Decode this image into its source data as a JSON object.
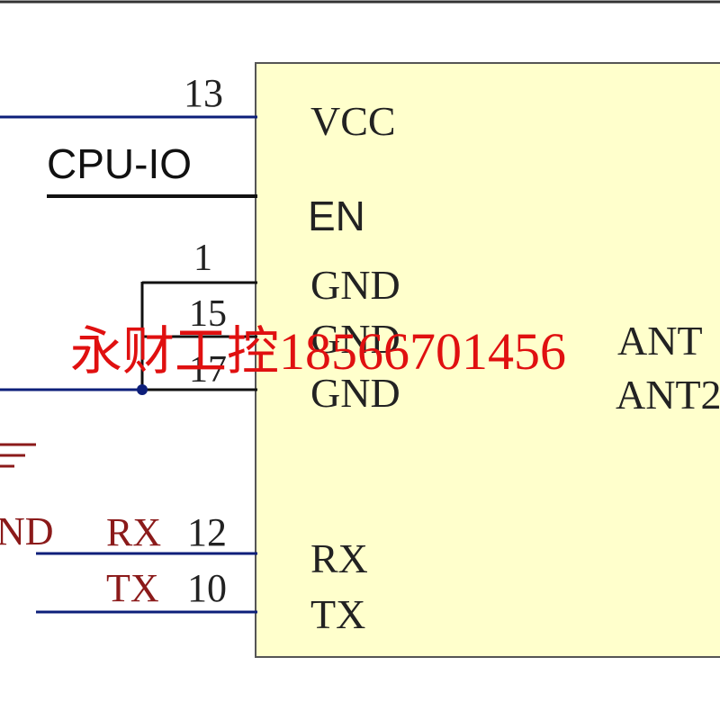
{
  "colors": {
    "chip_fill": "#ffffcc",
    "chip_border": "#555555",
    "blue_wire": "#0d1f7a",
    "black_wire": "#111111",
    "red_net": "#8b1a1a",
    "watermark": "#e01010"
  },
  "chip": {
    "pins_left": [
      {
        "name": "VCC",
        "number": "13"
      },
      {
        "name": "EN",
        "number": ""
      },
      {
        "name": "GND",
        "number": "1"
      },
      {
        "name": "GND",
        "number": "15"
      },
      {
        "name": "GND",
        "number": "17"
      },
      {
        "name": "RX",
        "number": "12"
      },
      {
        "name": "TX",
        "number": "10"
      }
    ],
    "pins_right": [
      "ANT",
      "ANT2"
    ]
  },
  "nets": {
    "cpu_io": "CPU-IO",
    "gnd_partial": "ND",
    "rx": "RX",
    "tx": "TX"
  },
  "watermark": "永财工控18566701456"
}
